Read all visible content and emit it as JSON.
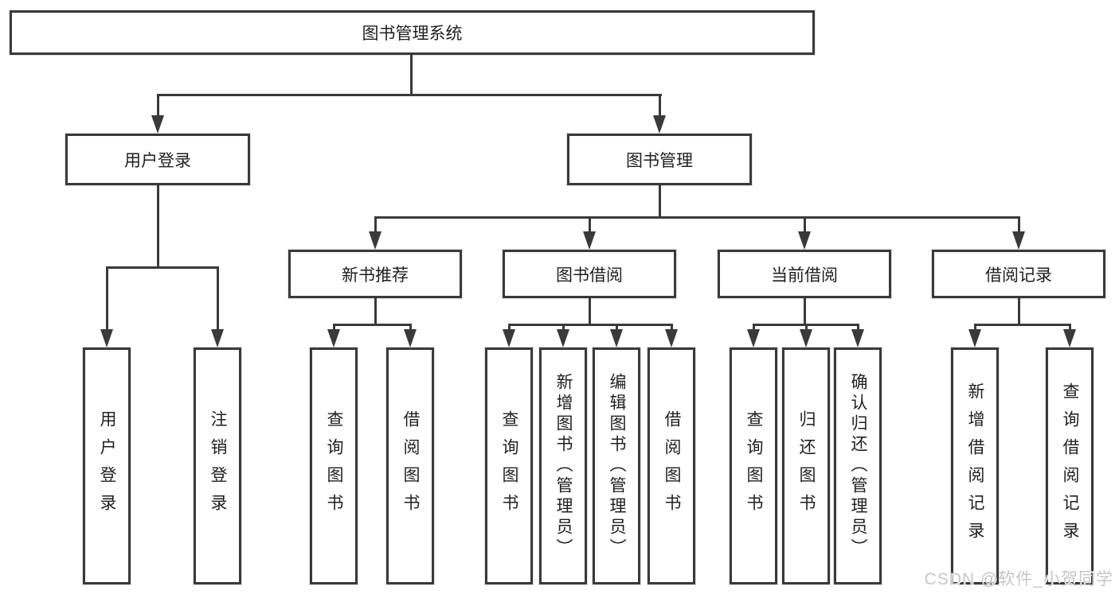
{
  "colors": {
    "line": "#3a3a3a",
    "box_text": "#1f1f1f",
    "watermark": "#c8c5c5",
    "box_bg": "#ffffff"
  },
  "tree": {
    "root": "图书管理系统",
    "user_login": {
      "label": "用户登录",
      "children": [
        "用户登录",
        "注销登录"
      ]
    },
    "book_mgmt": {
      "label": "图书管理",
      "sections": [
        {
          "label": "新书推荐",
          "children": [
            "查询图书",
            "借阅图书"
          ]
        },
        {
          "label": "图书借阅",
          "children": [
            "查询图书",
            "新增图书（管理员）",
            "编辑图书（管理员）",
            "借阅图书"
          ]
        },
        {
          "label": "当前借阅",
          "children": [
            "查询图书",
            "归还图书",
            "确认归还（管理员）"
          ]
        },
        {
          "label": "借阅记录",
          "children": [
            "新增借阅记录",
            "查询借阅记录"
          ]
        }
      ]
    }
  },
  "watermark": "CSDN @软件_小贺同学"
}
